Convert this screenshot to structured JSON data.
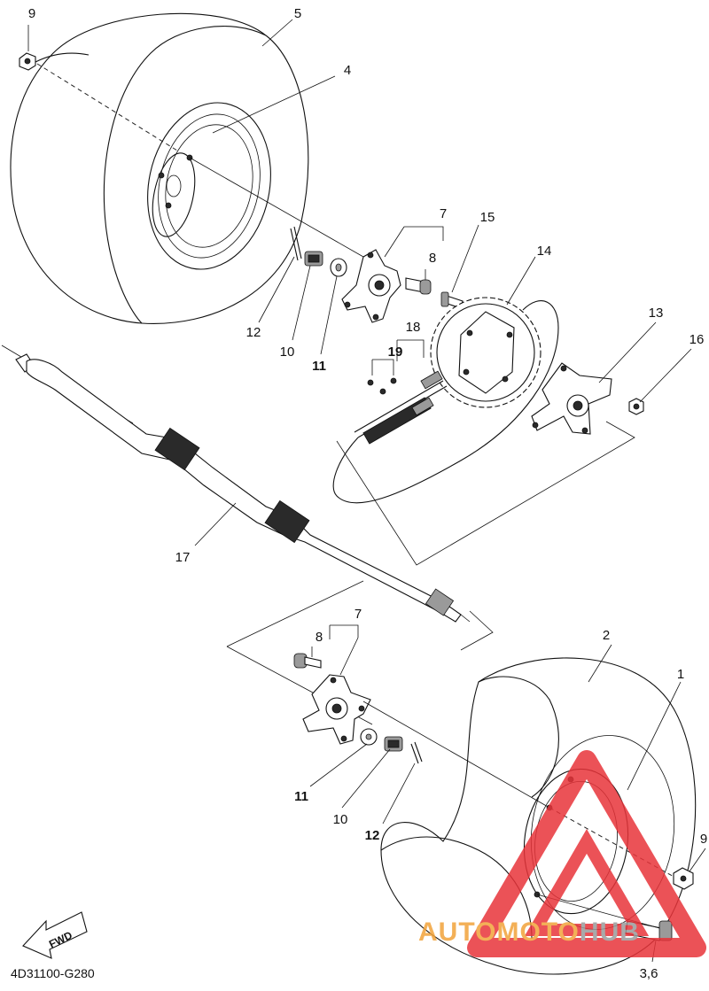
{
  "diagram": {
    "code": "4D31100-G280",
    "fwd_label": "FWD",
    "watermark": {
      "text_orange": "AUTOMOTO",
      "text_grey": "HUB",
      "color_red": "#e8343a",
      "color_orange": "#f2a33a",
      "color_grey": "#9b9b9b"
    },
    "callouts": [
      {
        "id": "c9a",
        "label": "9"
      },
      {
        "id": "c5",
        "label": "5"
      },
      {
        "id": "c4",
        "label": "4"
      },
      {
        "id": "c7a",
        "label": "7"
      },
      {
        "id": "c15",
        "label": "15"
      },
      {
        "id": "c8a",
        "label": "8"
      },
      {
        "id": "c14",
        "label": "14"
      },
      {
        "id": "c12a",
        "label": "12"
      },
      {
        "id": "c10a",
        "label": "10"
      },
      {
        "id": "c11a",
        "label": "11"
      },
      {
        "id": "c18",
        "label": "18"
      },
      {
        "id": "c19",
        "label": "19"
      },
      {
        "id": "c13",
        "label": "13"
      },
      {
        "id": "c16",
        "label": "16"
      },
      {
        "id": "c17",
        "label": "17"
      },
      {
        "id": "c7b",
        "label": "7"
      },
      {
        "id": "c8b",
        "label": "8"
      },
      {
        "id": "c2",
        "label": "2"
      },
      {
        "id": "c1",
        "label": "1"
      },
      {
        "id": "c11b",
        "label": "11"
      },
      {
        "id": "c10b",
        "label": "10"
      },
      {
        "id": "c12b",
        "label": "12"
      },
      {
        "id": "c9b",
        "label": "9"
      },
      {
        "id": "c36",
        "label": "3,6"
      }
    ]
  }
}
